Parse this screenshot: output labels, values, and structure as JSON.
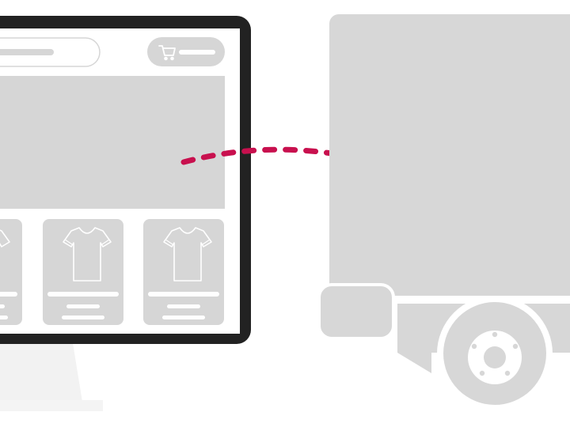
{
  "colors": {
    "background": "#ffffff",
    "placeholder": "#d6d6d6",
    "monitor_bezel": "#222222",
    "monitor_stand": "#f2f2f2",
    "screen": "#ffffff",
    "arrow": "#c8104e",
    "truck": "#d7d7d7",
    "tshirt_stroke": "#ffffff"
  },
  "icons": {
    "cart": "cart-icon",
    "product": "tshirt-icon",
    "arrow": "dashed-arrow",
    "vehicle": "delivery-truck",
    "computer": "desktop-monitor"
  },
  "monitor": {
    "screen": {
      "search_bar": "placeholder",
      "cart_button": "placeholder",
      "hero_banner": "placeholder",
      "product_cards": [
        {
          "icon": "tshirt-icon",
          "lines": 3
        },
        {
          "icon": "tshirt-icon",
          "lines": 3
        },
        {
          "icon": "tshirt-icon",
          "lines": 3
        }
      ]
    }
  },
  "truck": {
    "parts": [
      "cargo-box",
      "cab",
      "chassis",
      "wheel"
    ]
  }
}
